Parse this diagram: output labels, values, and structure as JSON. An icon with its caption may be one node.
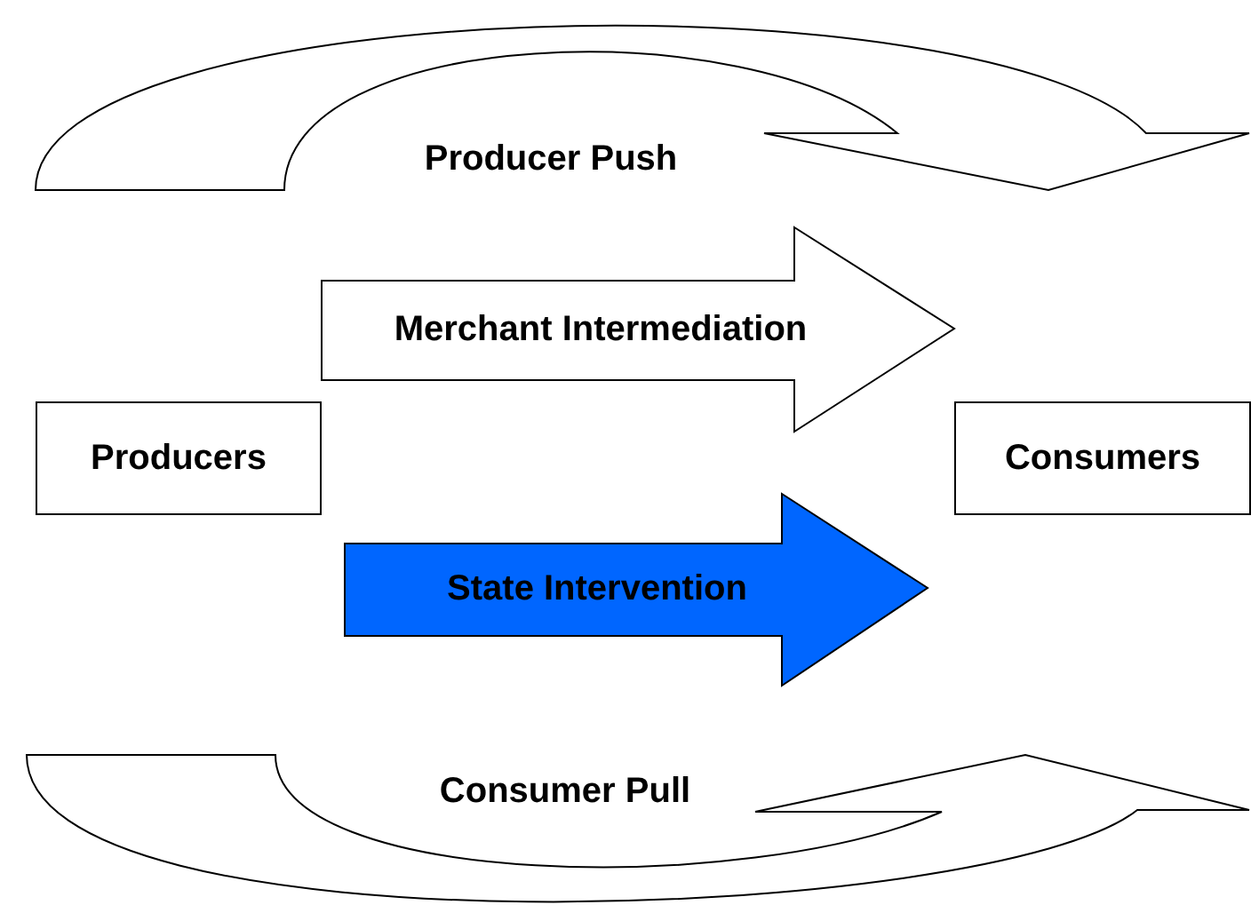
{
  "diagram": {
    "nodes": [
      {
        "text": [
          "Producers"
        ]
      },
      {
        "text": [
          "Consumers"
        ]
      }
    ],
    "edges": [
      {
        "from": 0,
        "to": 1,
        "arrow": "to",
        "label": "Producer Push"
      },
      {
        "from": 0,
        "to": 1,
        "arrow": "to",
        "label": "Merchant Intermediation"
      },
      {
        "from": 0,
        "to": 1,
        "arrow": "to",
        "label": "State Intervention",
        "color": "#0066ff"
      },
      {
        "from": 0,
        "to": 1,
        "arrow": "to",
        "label": "Consumer Pull"
      }
    ]
  }
}
